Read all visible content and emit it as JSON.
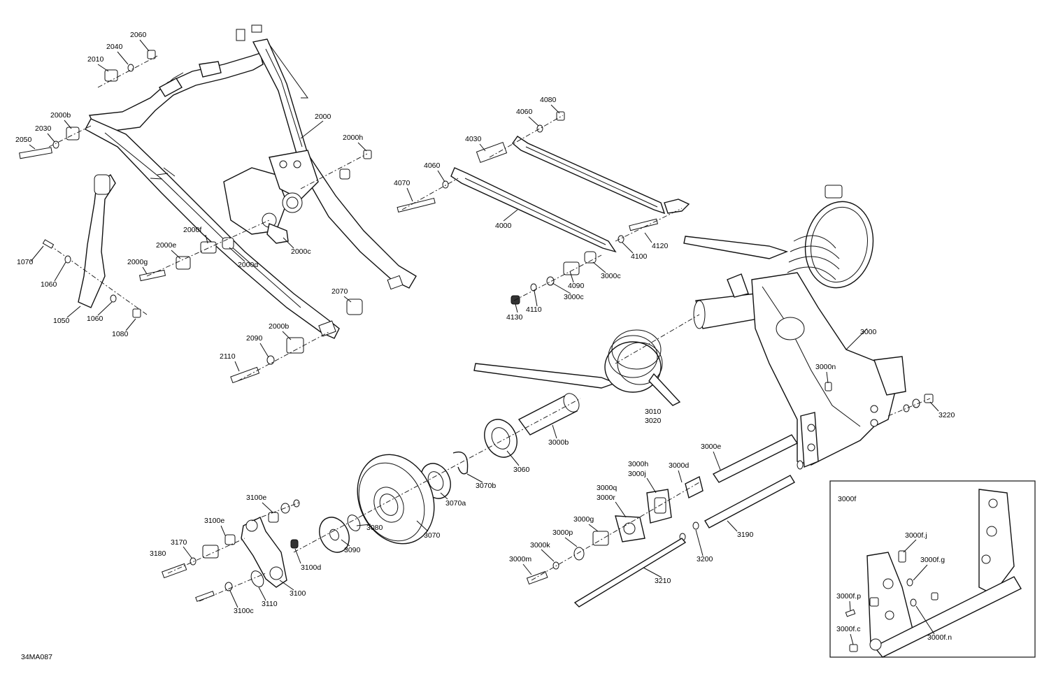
{
  "diagram_code": "34MA087",
  "inset_title": "3000f",
  "labels": {
    "p2060": "2060",
    "p2040": "2040",
    "p2010": "2010",
    "p2000b_top": "2000b",
    "p2030": "2030",
    "p2050": "2050",
    "p2000": "2000",
    "p2000h": "2000h",
    "p2000f": "2000f",
    "p2000e": "2000e",
    "p2000g": "2000g",
    "p2000d": "2000d",
    "p2000c": "2000c",
    "p1070": "1070",
    "p1060_a": "1060",
    "p1050": "1050",
    "p1060_b": "1060",
    "p1080": "1080",
    "p2070": "2070",
    "p2000b_bot": "2000b",
    "p2090": "2090",
    "p2110": "2110",
    "p4080": "4080",
    "p4060_a": "4060",
    "p4030": "4030",
    "p4060_b": "4060",
    "p4070": "4070",
    "p4000": "4000",
    "p4120": "4120",
    "p4100": "4100",
    "p3000c_a": "3000c",
    "p4090": "4090",
    "p3000c_b": "3000c",
    "p4110": "4110",
    "p4130": "4130",
    "p3000": "3000",
    "p3000n": "3000n",
    "p3010": "3010",
    "p3020": "3020",
    "p3220": "3220",
    "p3000b": "3000b",
    "p3060": "3060",
    "p3070b": "3070b",
    "p3070a": "3070a",
    "p3070": "3070",
    "p3080": "3080",
    "p3090": "3090",
    "p3100e_a": "3100e",
    "p3100e_b": "3100e",
    "p3170": "3170",
    "p3180": "3180",
    "p3100d": "3100d",
    "p3100": "3100",
    "p3110": "3110",
    "p3100c": "3100c",
    "p3000e": "3000e",
    "p3000h": "3000h",
    "p3000j": "3000j",
    "p3000d": "3000d",
    "p3000q": "3000q",
    "p3000r": "3000r",
    "p3000g": "3000g",
    "p3000p": "3000p",
    "p3000k": "3000k",
    "p3000m": "3000m",
    "p3190": "3190",
    "p3200": "3200",
    "p3210": "3210",
    "p3000fj": "3000f.j",
    "p3000fg": "3000f.g",
    "p3000fp": "3000f.p",
    "p3000fc": "3000f.c",
    "p3000fn": "3000f.n"
  }
}
